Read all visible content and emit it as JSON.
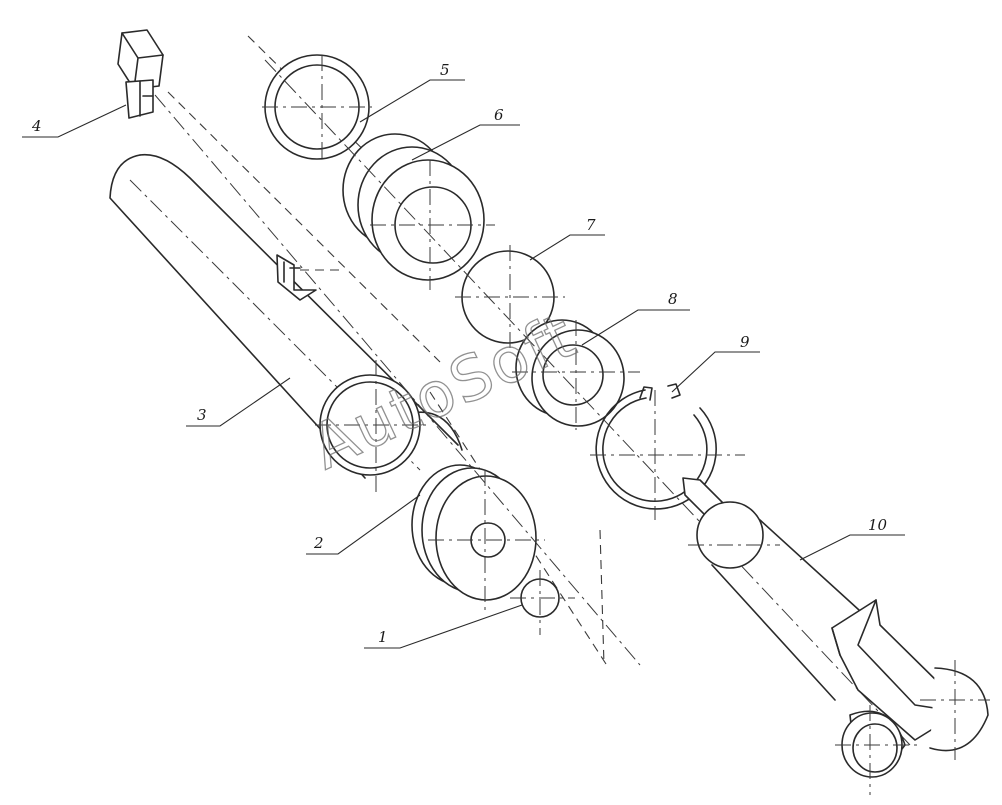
{
  "diagram": {
    "callouts": [
      {
        "id": "1",
        "label": "1"
      },
      {
        "id": "2",
        "label": "2"
      },
      {
        "id": "3",
        "label": "3"
      },
      {
        "id": "4",
        "label": "4"
      },
      {
        "id": "5",
        "label": "5"
      },
      {
        "id": "6",
        "label": "6"
      },
      {
        "id": "7",
        "label": "7"
      },
      {
        "id": "8",
        "label": "8"
      },
      {
        "id": "9",
        "label": "9"
      },
      {
        "id": "10",
        "label": "10"
      }
    ],
    "watermark": "AutoSoft"
  }
}
